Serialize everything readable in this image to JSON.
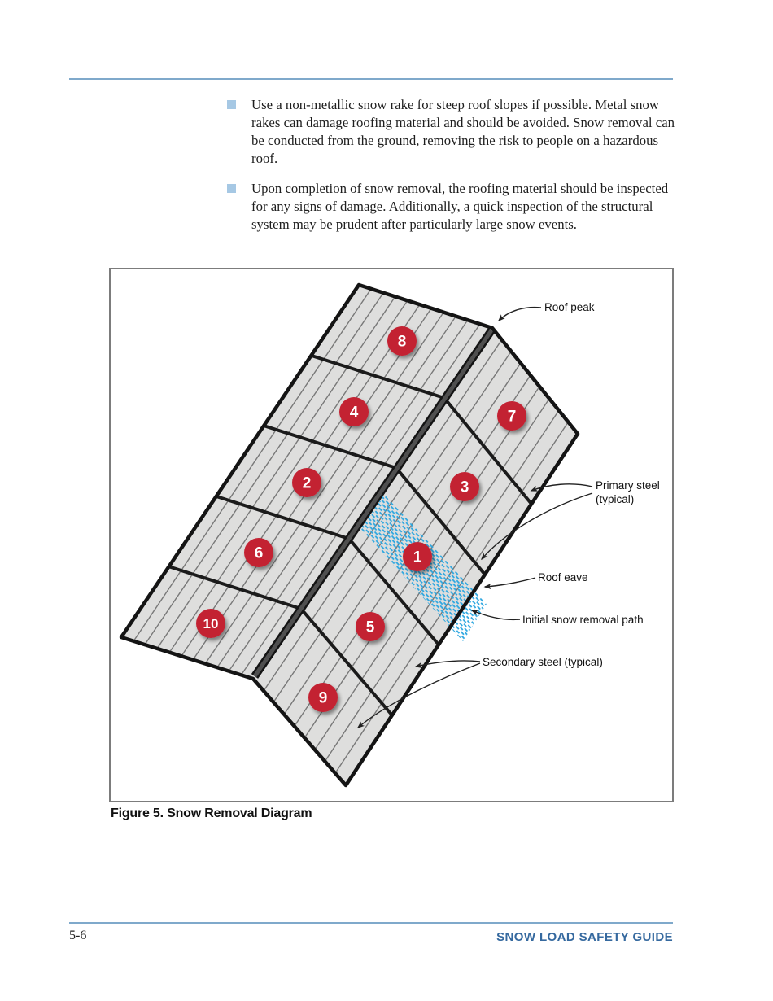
{
  "document": {
    "body_bullets": [
      {
        "text": "Use a non-metallic snow rake for steep roof slopes if possible. Metal snow rakes can damage roofing material and should be avoided. Snow removal can be conducted from the ground, removing the risk to people on a hazardous roof."
      },
      {
        "text": "Upon completion of snow removal, the roofing material should be inspected for any signs of damage. Additionally, a quick inspection of the structural system may be prudent after particularly large snow events."
      }
    ],
    "figure": {
      "caption": "Figure 5. Snow Removal Diagram",
      "labels": {
        "roof_peak": "Roof peak",
        "primary_steel_line1": "Primary steel",
        "primary_steel_line2": "(typical)",
        "roof_eave": "Roof eave",
        "initial_snow_removal_path": "Initial snow removal path",
        "secondary_steel": "Secondary steel (typical)"
      },
      "markers": [
        {
          "label": "1"
        },
        {
          "label": "2"
        },
        {
          "label": "3"
        },
        {
          "label": "4"
        },
        {
          "label": "5"
        },
        {
          "label": "6"
        },
        {
          "label": "7"
        },
        {
          "label": "8"
        },
        {
          "label": "9"
        },
        {
          "label": "10"
        }
      ]
    },
    "footer": {
      "page_number": "5-6",
      "title": "SNOW LOAD SAFETY GUIDE"
    },
    "colors": {
      "rule_blue": "#7FA9CB",
      "bullet_blue": "#A6C8E4",
      "marker_red": "#C32032",
      "hatch_blue": "#2EA7E0",
      "footer_title_blue": "#35699F"
    }
  }
}
